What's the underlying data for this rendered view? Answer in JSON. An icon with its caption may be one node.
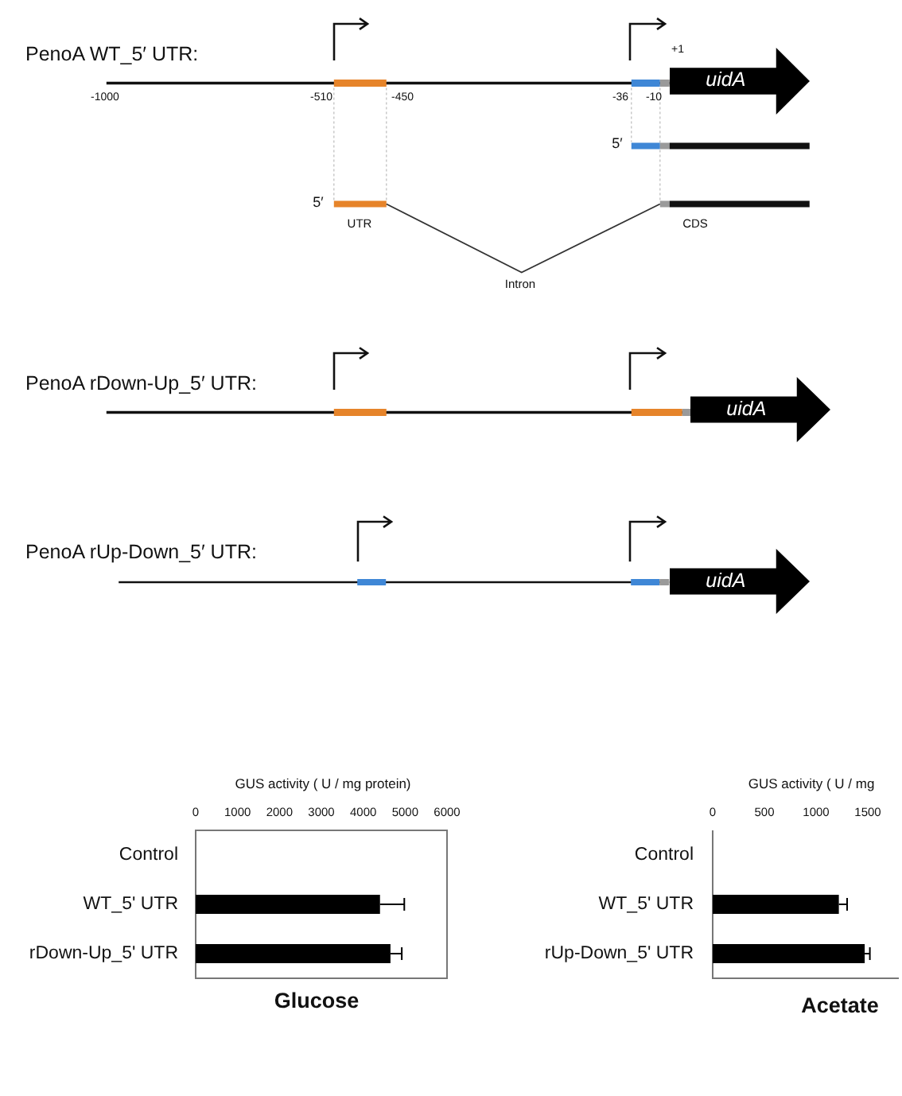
{
  "diagram": {
    "nodes": [
      {
        "text": [
          "uidA"
        ]
      },
      {
        "text": [
          "uidA"
        ]
      },
      {
        "text": [
          "uidA"
        ]
      }
    ],
    "labels": [
      "PenoA WT_5′ UTR:",
      "+1",
      "-1000",
      "-510",
      "-450",
      "-36",
      "-10",
      "5′",
      "5′",
      "UTR",
      "CDS",
      "Intron",
      "PenoA rDown-Up_5′ UTR:",
      "PenoA rUp-Down_5′ UTR:"
    ],
    "chart_data": [
      {
        "type": "bar",
        "orientation": "horizontal",
        "title": "Glucose",
        "xlabel": "GUS activity ( U / mg protein)",
        "categories": [
          "Control",
          "WT_5' UTR",
          "rDown-Up_5' UTR"
        ],
        "series": [
          {
            "color": "#000000",
            "values": [
              0,
              4400,
              4650
            ],
            "errors": [
              0,
              580,
              270
            ]
          }
        ],
        "xlim": [
          0,
          6000
        ],
        "xticks": [
          0,
          1000,
          2000,
          3000,
          4000,
          5000,
          6000
        ]
      },
      {
        "type": "bar",
        "orientation": "horizontal",
        "title": "Acetate",
        "xlabel": "GUS activity ( U / mg",
        "categories": [
          "Control",
          "WT_5' UTR",
          "rUp-Down_5' UTR"
        ],
        "series": [
          {
            "color": "#000000",
            "values": [
              0,
              1220,
              1470
            ],
            "errors": [
              0,
              80,
              50
            ]
          }
        ],
        "xlim": [
          0,
          1800
        ],
        "xticks": [
          0,
          500,
          1000,
          1500
        ]
      }
    ]
  }
}
